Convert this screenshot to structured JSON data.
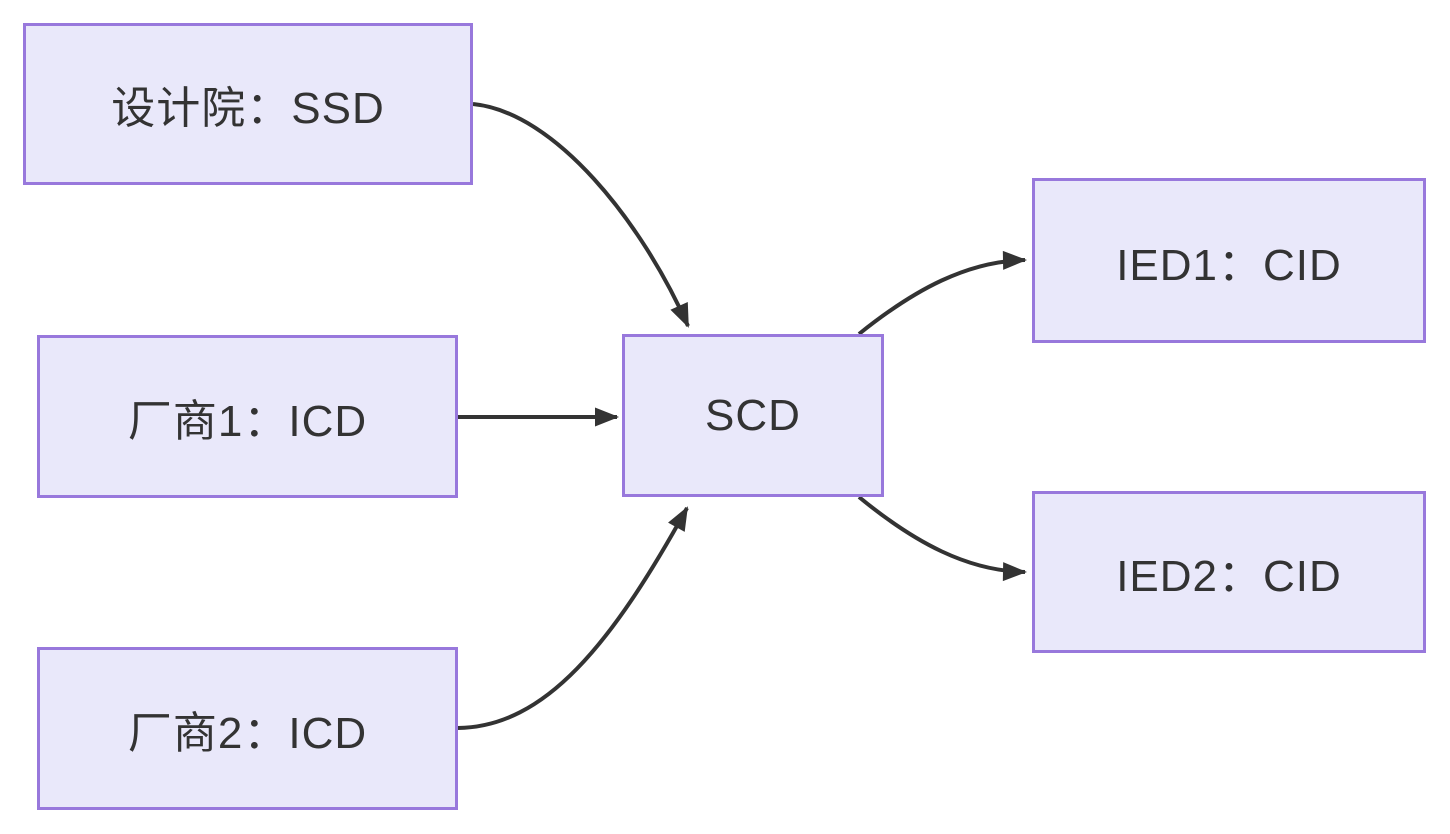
{
  "diagram": {
    "type": "flowchart",
    "nodes": [
      {
        "id": "ssd",
        "label": "设计院：SSD"
      },
      {
        "id": "vendor1",
        "label": "厂商1：ICD"
      },
      {
        "id": "vendor2",
        "label": "厂商2：ICD"
      },
      {
        "id": "scd",
        "label": "SCD"
      },
      {
        "id": "ied1",
        "label": "IED1：CID"
      },
      {
        "id": "ied2",
        "label": "IED2：CID"
      }
    ],
    "edges": [
      {
        "from": "设计院：SSD",
        "to": "SCD"
      },
      {
        "from": "厂商1：ICD",
        "to": "SCD"
      },
      {
        "from": "厂商2：ICD",
        "to": "SCD"
      },
      {
        "from": "SCD",
        "to": "IED1：CID"
      },
      {
        "from": "SCD",
        "to": "IED2：CID"
      }
    ]
  },
  "colors": {
    "node-fill": "#E9E8FA",
    "node-border": "#9878DC",
    "edge": "#333333",
    "text": "#333333",
    "bg": "#FFFFFF"
  }
}
